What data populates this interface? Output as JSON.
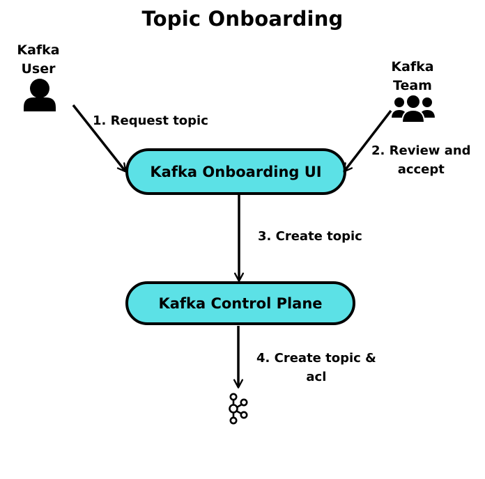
{
  "title": "Topic Onboarding",
  "colors": {
    "node_fill": "#5ce1e6",
    "stroke": "#000000",
    "background": "#ffffff"
  },
  "actors": {
    "user": {
      "label": "Kafka\nUser",
      "icon": "person-icon"
    },
    "team": {
      "label": "Kafka\nTeam",
      "icon": "group-icon"
    }
  },
  "nodes": {
    "onboarding_ui": "Kafka Onboarding UI",
    "control_plane": "Kafka Control Plane"
  },
  "steps": {
    "s1": "1. Request topic",
    "s2": "2. Review and\naccept",
    "s3": "3. Create topic",
    "s4": "4. Create topic &\nacl"
  },
  "sink": {
    "icon": "kafka-logo-icon"
  }
}
